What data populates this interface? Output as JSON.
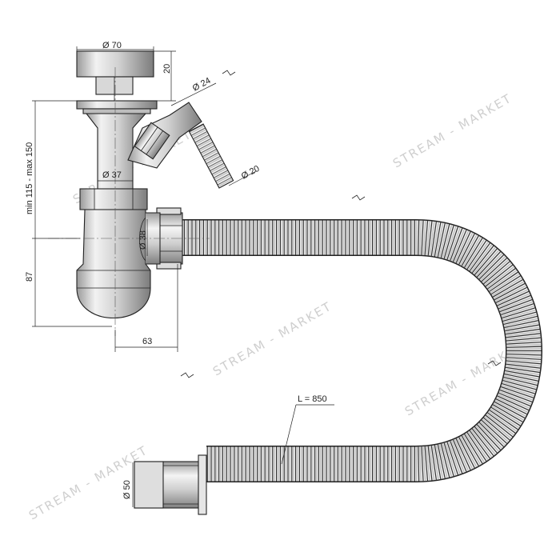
{
  "drawing": {
    "dimensions": {
      "top_cap_diameter": "Ø 70",
      "cap_height": "20",
      "tube_diameter": "Ø 37",
      "height_range": "min 115 - max 150",
      "side_inlet_diameter": "Ø 24",
      "side_hose_diameter": "Ø 20",
      "outlet_diameter": "Ø 38",
      "bottle_height": "87",
      "offset": "63",
      "hose_length": "L = 850",
      "end_diameter": "Ø 50"
    },
    "watermark": "STREAM - MARKET"
  },
  "colors": {
    "line": "#222222",
    "metal_light": "#e4e4e4",
    "metal_dark": "#8a8a8a",
    "watermark": "#cfcfcf"
  }
}
